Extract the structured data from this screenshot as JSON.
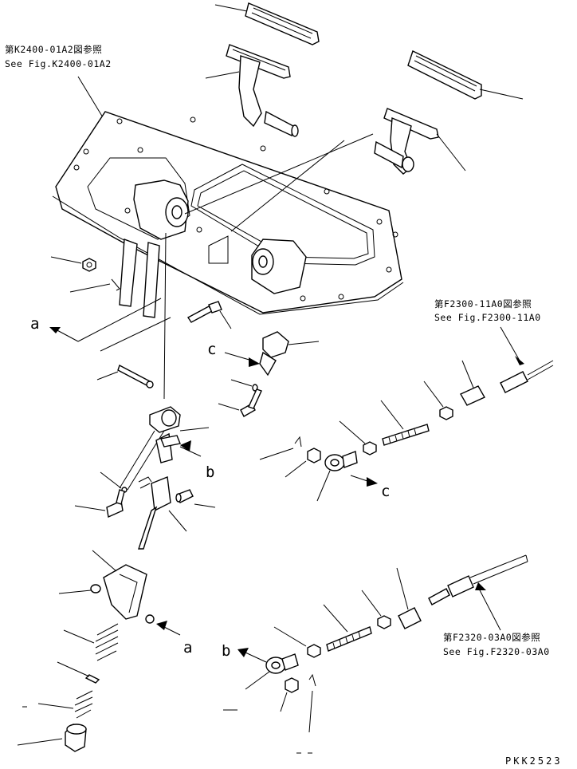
{
  "references": [
    {
      "jp": "第K2400-01A2図参照",
      "en": "See Fig.K2400-01A2"
    },
    {
      "jp": "第F2300-11A0図参照",
      "en": "See Fig.F2300-11A0"
    },
    {
      "jp": "第F2320-03A0図参照",
      "en": "See Fig.F2320-03A0"
    }
  ],
  "callouts": [
    "a",
    "a",
    "b",
    "b",
    "c",
    "c"
  ],
  "drawing_code": "PKK2523"
}
